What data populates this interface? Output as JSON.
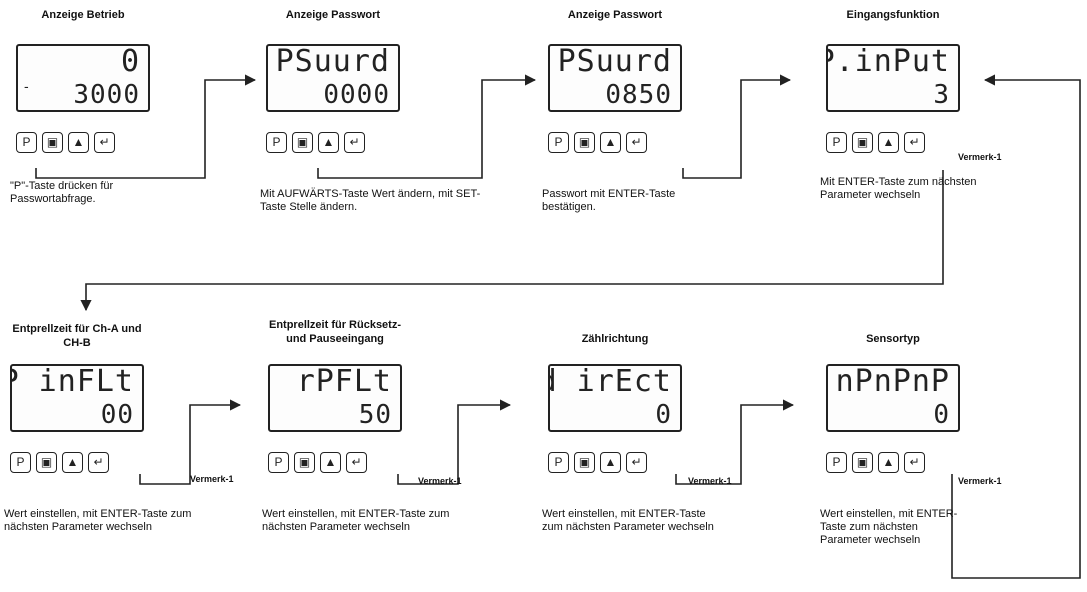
{
  "panels": [
    {
      "title": "Anzeige Betrieb",
      "display_top": "0",
      "display_bottom": "3000",
      "description": "\"P\"-Taste drücken für Passwortabfrage.",
      "note": ""
    },
    {
      "title": "Anzeige Passwort",
      "display_top": "PSuurd",
      "display_bottom": "0000",
      "description": "Mit AUFWÄRTS-Taste Wert ändern, mit SET-Taste Stelle ändern.",
      "note": ""
    },
    {
      "title": "Anzeige Passwort",
      "display_top": "PSuurd",
      "display_bottom": "0850",
      "description": "Passwort mit ENTER-Taste bestätigen.",
      "note": ""
    },
    {
      "title": "Eingangsfunktion",
      "display_top": "P.inPut",
      "display_bottom": "3",
      "description": "Mit ENTER-Taste zum nächsten Parameter wechseln",
      "note": "Vermerk-1"
    },
    {
      "title": "Entprellzeit für Ch-A und CH-B",
      "display_top": "P inFLt",
      "display_bottom": "00",
      "description": "Wert einstellen, mit ENTER-Taste zum nächsten Parameter wechseln",
      "note": "Vermerk-1"
    },
    {
      "title": "Entprellzeit für Rücksetz- und Pauseeingang",
      "display_top": "rPFLt",
      "display_bottom": "50",
      "description": "Wert einstellen, mit ENTER-Taste zum nächsten Parameter wechseln",
      "note": "Vermerk-1"
    },
    {
      "title": "Zählrichtung",
      "display_top": "d irEct",
      "display_bottom": "0",
      "description": "Wert einstellen, mit ENTER-Taste zum nächsten Parameter wechseln",
      "note": "Vermerk-1"
    },
    {
      "title": "Sensortyp",
      "display_top": "nPnPnP",
      "display_bottom": "0",
      "description": "Wert einstellen, mit ENTER-Taste zum nächsten Parameter wechseln",
      "note": "Vermerk-1"
    }
  ],
  "keys": [
    {
      "icon": "p-key-icon",
      "glyph": "P"
    },
    {
      "icon": "set-key-icon",
      "glyph": "▣"
    },
    {
      "icon": "up-key-icon",
      "glyph": "▲"
    },
    {
      "icon": "enter-key-icon",
      "glyph": "↵"
    }
  ],
  "colors": {
    "line": "#222222",
    "text": "#111111"
  }
}
